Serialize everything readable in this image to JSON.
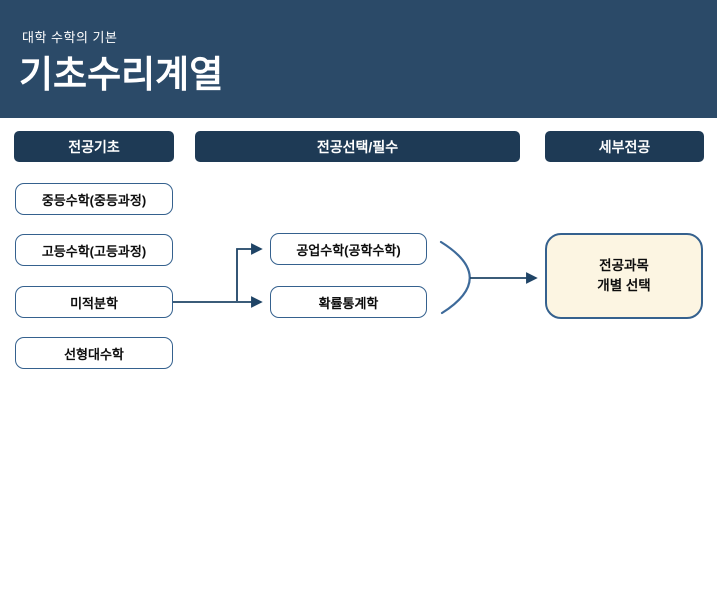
{
  "slide": {
    "subtitle": "대학 수학의 기본",
    "title": "기초수리계열"
  },
  "columns": {
    "basic": "전공기초",
    "elective": "전공선택/필수",
    "detail": "세부전공"
  },
  "basic_courses": [
    {
      "label": "중등수학(중등과정)"
    },
    {
      "label": "고등수학(고등과정)"
    },
    {
      "label": "미적분학"
    },
    {
      "label": "선형대수학"
    }
  ],
  "elective_courses": [
    {
      "label": "공업수학(공학수학)"
    },
    {
      "label": "확률통계학"
    }
  ],
  "detail_course": {
    "line1": "전공과목",
    "line2": "개별 선택"
  },
  "colors": {
    "header_bg": "#2b4a68",
    "section_bg": "#1e3a55",
    "box_border": "#35618e",
    "connector": "#1f4466",
    "arc": "#3d6a9a",
    "detail_bg": "#fcf5e2"
  }
}
